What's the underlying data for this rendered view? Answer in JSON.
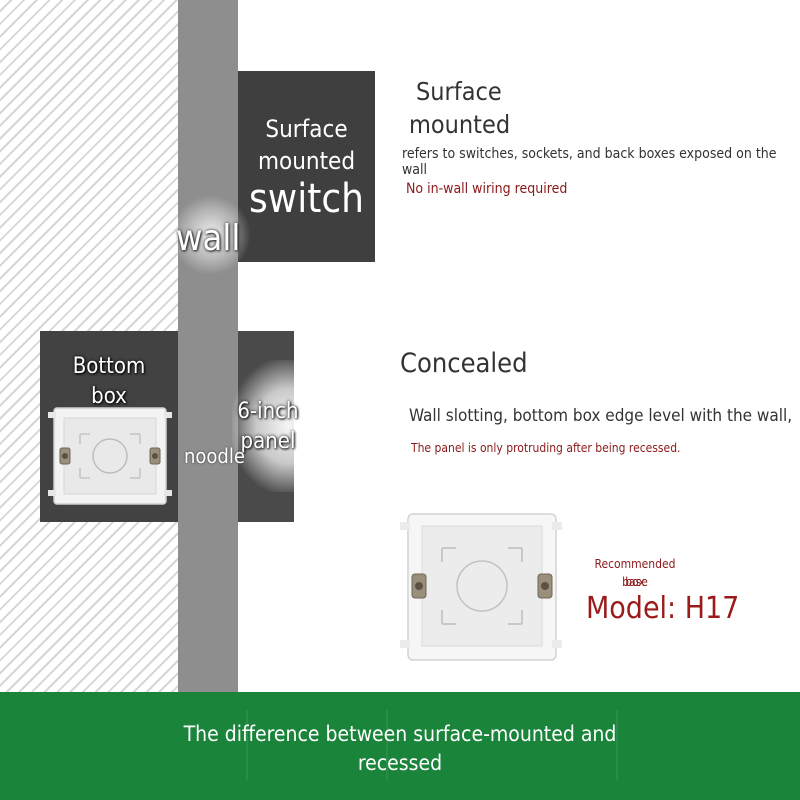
{
  "wall": {
    "label": "wall",
    "noodle_label": "noodle"
  },
  "surface_switch_block": {
    "line1": "Surface",
    "line2": "mounted",
    "line3": "switch"
  },
  "bottom_box_block": {
    "line1": "Bottom",
    "line2": "box"
  },
  "panel_block": {
    "line1": "6-inch",
    "line2": "panel"
  },
  "surface_section": {
    "title_line1": "Surface",
    "title_line2": "mounted",
    "description": "refers to switches, sockets, and back boxes exposed on the wall",
    "note": "No in-wall wiring required"
  },
  "concealed_section": {
    "title": "Concealed",
    "description": "Wall slotting, bottom box edge level with the wall,",
    "note": "The panel is only protruding after being recessed."
  },
  "product": {
    "recommended_line1": "Recommended base",
    "recommended_line2": "box",
    "model": "Model: H17"
  },
  "footer": {
    "line1": "The difference between surface-mounted and",
    "line2": "recessed"
  },
  "colors": {
    "footer_green": "#19843a",
    "accent_red": "#8b1a1a",
    "dark_block": "#3f3f3f",
    "wall_gray": "#8e8e8e"
  }
}
